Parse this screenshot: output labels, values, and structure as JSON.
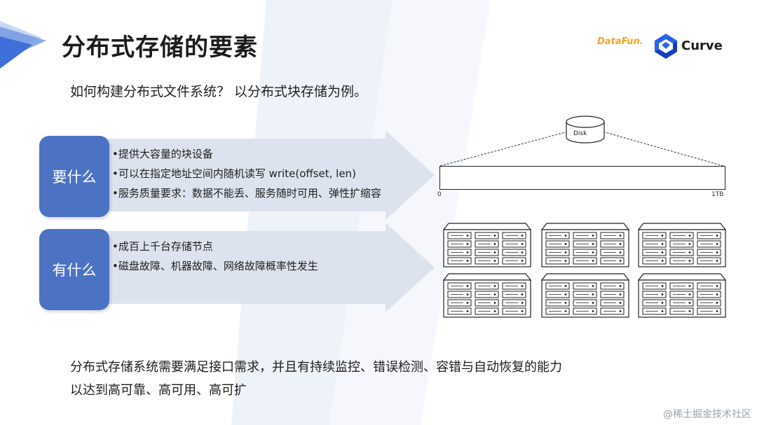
{
  "header": {
    "title": "分布式存储的要素",
    "subtitle": "如何构建分布式文件系统？ 以分布式块存储为例。",
    "brand_datafun": "DataFun.",
    "brand_curve": "Curve"
  },
  "sections": [
    {
      "label": "要什么",
      "bullets": [
        "提供大容量的块设备",
        "可以在指定地址空间内随机读写 write(offset, len)",
        "服务质量要求：数据不能丢、服务随时可用、弹性扩缩容"
      ]
    },
    {
      "label": "有什么",
      "bullets": [
        "成百上千台存储节点",
        "磁盘故障、机器故障、网络故障概率性发生"
      ]
    }
  ],
  "diagram": {
    "disk_label": "Disk",
    "axis_start": "0",
    "axis_end": "1TB"
  },
  "conclusion": {
    "line1": "分布式存储系统需要满足接口需求，并且有持续监控、错误检测、容错与自动恢复的能力",
    "line2": "以达到高可靠、高可用、高可扩"
  },
  "watermark": "@稀土掘金技术社区",
  "colors": {
    "accent": "#4c72c4",
    "arrow": "#dde3ee"
  }
}
